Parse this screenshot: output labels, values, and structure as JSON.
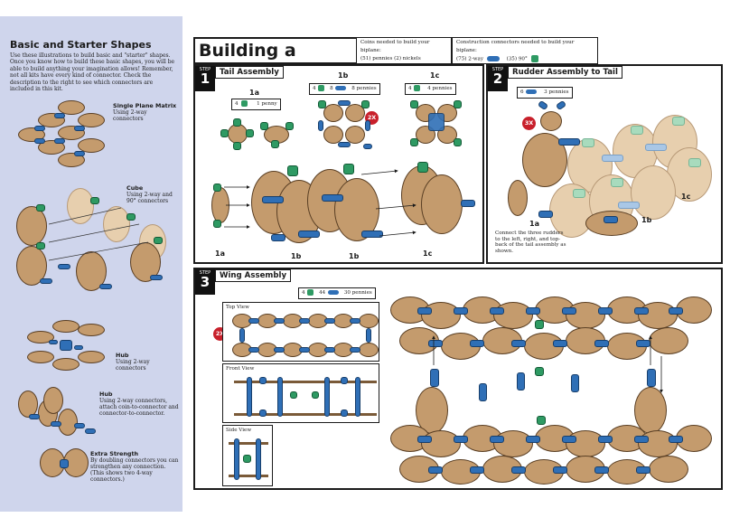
{
  "left_panel": {
    "title": "Basic and Starter Shapes",
    "intro": "Use these illustrations to build basic and \"starter\" shapes. Once you know how to build these basic shapes, you will be able to build anything your imagination allows! Remember, not all kits have every kind of connector. Check the description to the right to see which connectors are included in this kit.",
    "shapes": [
      {
        "name": "Single Plane Matrix",
        "desc": "Using 2-way connectors"
      },
      {
        "name": "Cube",
        "desc": "Using 2-way and 90° connectors"
      },
      {
        "name": "Hub",
        "desc": "Using 2-way connectors"
      },
      {
        "name": "Hub",
        "desc": "Using 2-way connectors, attach coin-to-connector and connector-to-connector."
      },
      {
        "name": "Extra Strength",
        "desc": "By doubling connectors you can strengthen any connection. (This shows two 4-way connectors.)"
      }
    ]
  },
  "header": {
    "title": "Building a Biplane",
    "coins_label": "Coins needed to build your biplane:",
    "coins_values": "(51) pennies   (2) nickels",
    "connectors_label": "Construction connectors needed to build your biplane:",
    "connectors_2way": "(75) 2-way",
    "connectors_90": "(35) 90°"
  },
  "steps": [
    {
      "step_word": "STEP",
      "number": "1",
      "heading": "Tail Assembly",
      "parts": [
        {
          "label": "1a",
          "req_a": "4",
          "req_b": "1 penny"
        },
        {
          "label": "1b",
          "req_a": "4",
          "req_b": "8",
          "req_c": "8 pennies",
          "badge": "2X"
        },
        {
          "label": "1c",
          "req_a": "4",
          "req_b": "4 pennies"
        }
      ],
      "bottom_labels": [
        "1a",
        "1b",
        "1b",
        "1c"
      ]
    },
    {
      "step_word": "STEP",
      "number": "2",
      "heading": "Rudder Assembly to Tail",
      "req_a": "6",
      "req_b": "3 pennies",
      "badge": "3X",
      "labels": [
        "1a",
        "1b",
        "1c"
      ],
      "note": "Connect the three rudders to the left, right, and top-back of the tail assembly as shown."
    },
    {
      "step_word": "STEP",
      "number": "3",
      "heading": "Wing Assembly",
      "req_a": "4",
      "req_b": "44",
      "req_c": "30 pennies",
      "badge": "2X",
      "views": [
        "Top View",
        "Front View",
        "Side View"
      ]
    }
  ],
  "colors": {
    "panel": "#cfd5ec",
    "coin": "#c49b6d",
    "connector_2way": "#2f6fb6",
    "connector_90": "#2e9a63",
    "badge": "#c8202b"
  }
}
